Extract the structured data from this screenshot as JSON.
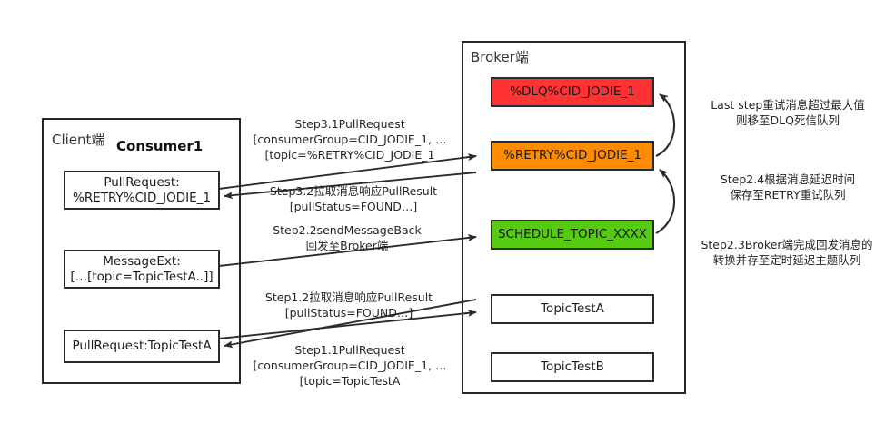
{
  "diagram": {
    "title": "RocketMQ consumer retry and dead letter queue flow",
    "colors": {
      "dlq": "#FF3333",
      "retry": "#FF8C00",
      "schedule": "#55CC11",
      "plain": "#FFFFFF",
      "stroke": "#2B2B2B",
      "text": "#1A1A1A"
    }
  },
  "client": {
    "title": "Client端",
    "subtitle": "Consumer1",
    "nodes": [
      {
        "id": "pullrequest-retry",
        "line1": "PullRequest:",
        "line2": "%RETRY%CID_JODIE_1"
      },
      {
        "id": "messageext",
        "line1": "MessageExt:",
        "line2": "[…[topic=TopicTestA..]]"
      },
      {
        "id": "pullrequest-topictesta",
        "line1": "PullRequest:TopicTestA",
        "line2": ""
      }
    ]
  },
  "broker": {
    "title": "Broker端",
    "nodes": [
      {
        "id": "dlq",
        "label": "%DLQ%CID_JODIE_1",
        "color": "dlq"
      },
      {
        "id": "retry",
        "label": "%RETRY%CID_JODIE_1",
        "color": "retry"
      },
      {
        "id": "schedule",
        "label": "SCHEDULE_TOPIC_XXXX",
        "color": "schedule"
      },
      {
        "id": "topictesta",
        "label": "TopicTestA",
        "color": "plain"
      },
      {
        "id": "topictestb",
        "label": "TopicTestB",
        "color": "plain"
      }
    ]
  },
  "edge_labels": [
    {
      "id": "step3-1",
      "lines": [
        "Step3.1PullRequest",
        "[consumerGroup=CID_JODIE_1, …",
        "[topic=%RETRY%CID_JODIE_1"
      ]
    },
    {
      "id": "step3-2",
      "lines": [
        "Step3.2拉取消息响应PullResult",
        "[pullStatus=FOUND…]"
      ]
    },
    {
      "id": "step2-2",
      "lines": [
        "Step2.2sendMessageBack",
        "回发至Broker端"
      ]
    },
    {
      "id": "step1-2",
      "lines": [
        "Step1.2拉取消息响应PullResult",
        "[pullStatus=FOUND…]"
      ]
    },
    {
      "id": "step1-1",
      "lines": [
        "Step1.1PullRequest",
        "[consumerGroup=CID_JODIE_1, …",
        "[topic=TopicTestA"
      ]
    },
    {
      "id": "last-step",
      "lines": [
        "Last step重试消息超过最大值",
        "则移至DLQ死信队列"
      ]
    },
    {
      "id": "step2-4",
      "lines": [
        "Step2.4根据消息延迟时间",
        "保存至RETRY重试队列"
      ]
    },
    {
      "id": "step2-3",
      "lines": [
        "Step2.3Broker端完成回发消息的",
        "转换并存至定时延迟主题队列"
      ]
    }
  ]
}
